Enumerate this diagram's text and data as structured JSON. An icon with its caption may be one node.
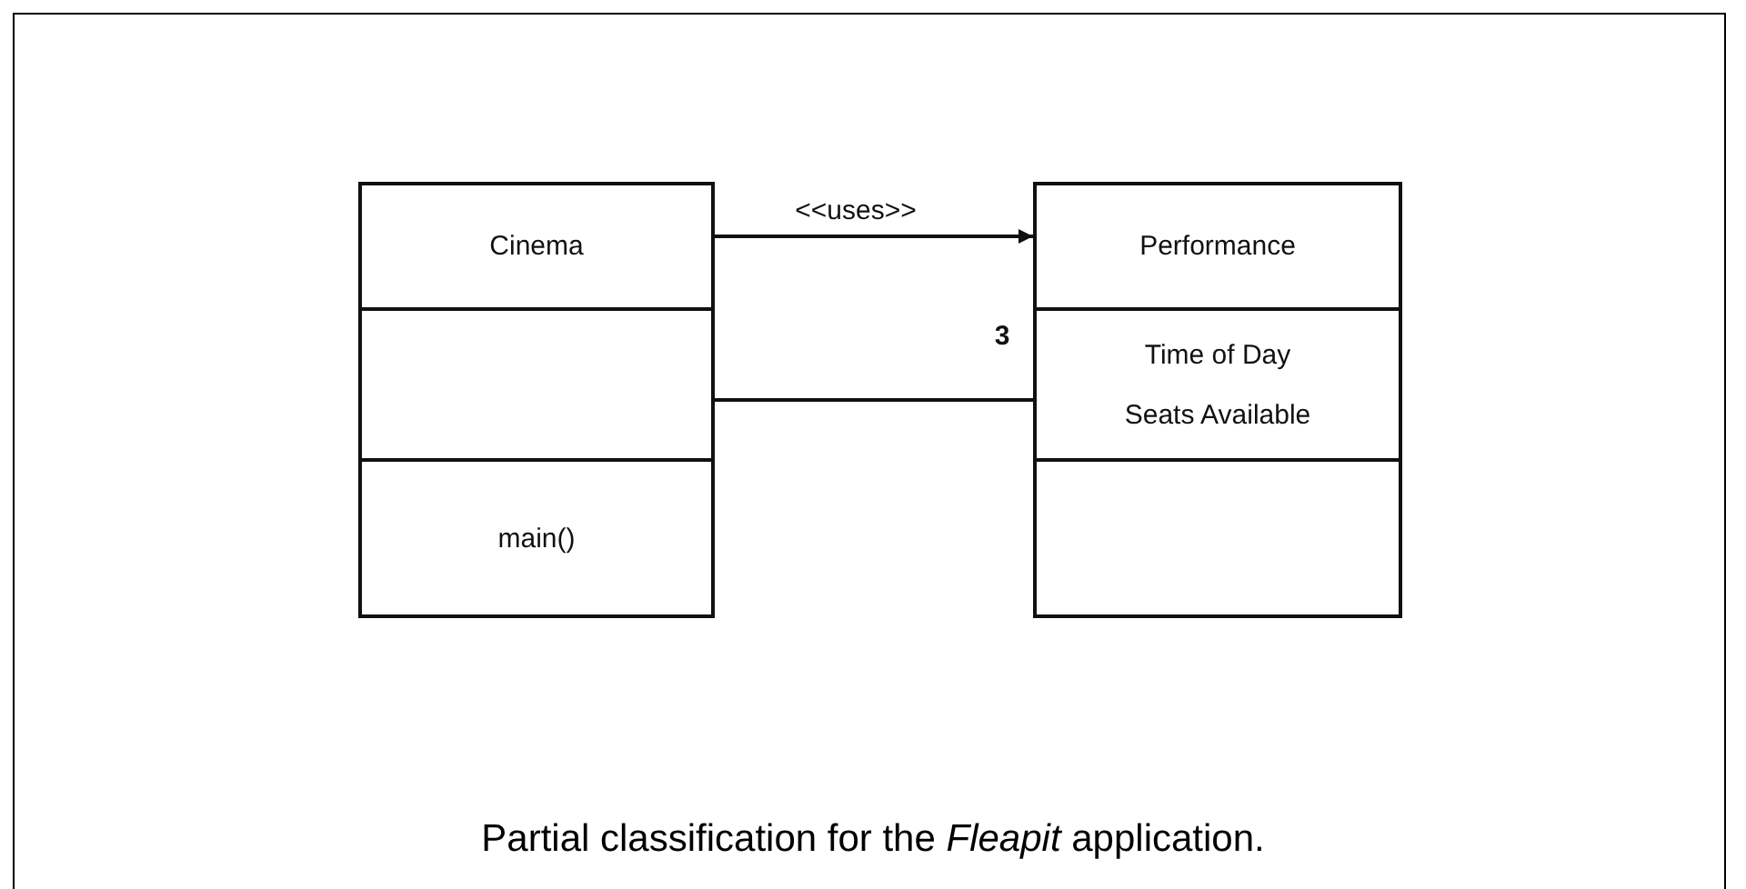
{
  "diagram": {
    "caption": "Partial classification for the *Fleapit* application.",
    "nodes": [
      {
        "text": [
          "Cinema",
          "main()"
        ]
      },
      {
        "text": [
          "Performance",
          "Time of Day",
          "Seats Available"
        ]
      }
    ],
    "edges": [
      {
        "from": 0,
        "to": 1,
        "arrow": "to",
        "label": "<<uses>>"
      },
      {
        "from": 0,
        "to": 1,
        "arrow": "none",
        "label": "3"
      }
    ]
  }
}
